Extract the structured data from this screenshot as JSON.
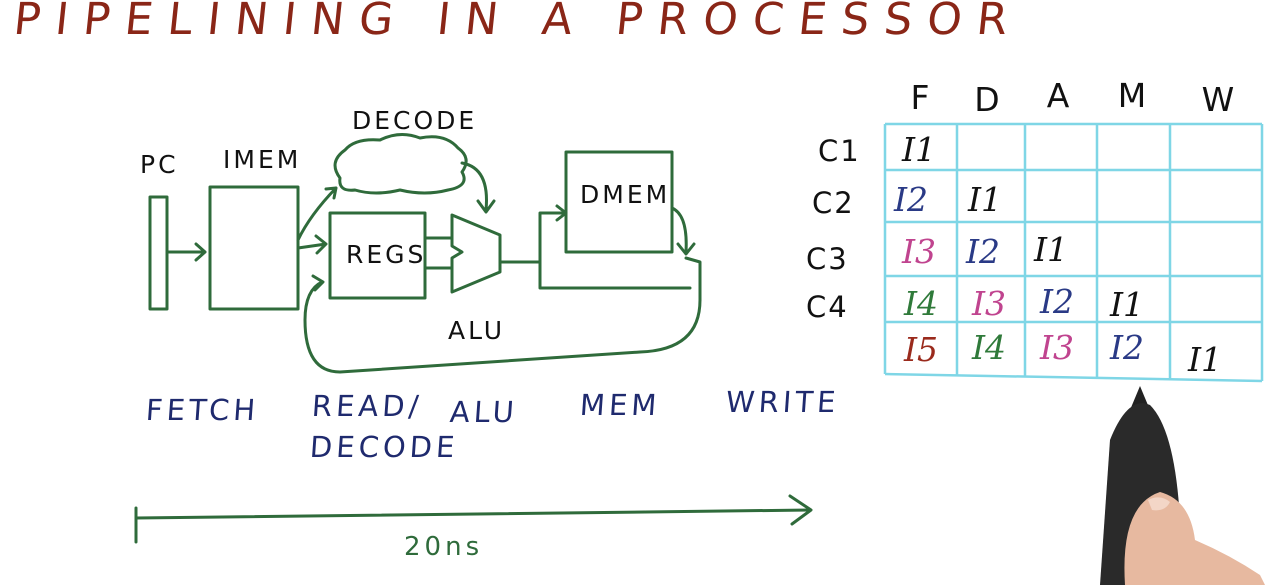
{
  "title": "PIPELINING IN A PROCESSOR",
  "diagram": {
    "blocks": {
      "pc": "PC",
      "imem": "IMEM",
      "decode": "DECODE",
      "regs": "REGS",
      "alu": "ALU",
      "dmem": "DMEM"
    },
    "stages": [
      "FETCH",
      "READ/",
      "DECODE",
      "ALU",
      "MEM",
      "WRITE"
    ],
    "timeline_label": "20ns"
  },
  "pipeline_table": {
    "columns": [
      "F",
      "D",
      "A",
      "M",
      "W"
    ],
    "rows": [
      {
        "cycle": "C1",
        "cells": [
          "I1",
          "",
          "",
          "",
          ""
        ]
      },
      {
        "cycle": "C2",
        "cells": [
          "I2",
          "I1",
          "",
          "",
          ""
        ]
      },
      {
        "cycle": "C3",
        "cells": [
          "I3",
          "I2",
          "I1",
          "",
          ""
        ]
      },
      {
        "cycle": "C4",
        "cells": [
          "I4",
          "I3",
          "I2",
          "I1",
          ""
        ]
      },
      {
        "cycle": "",
        "cells": [
          "I5",
          "I4",
          "I3",
          "I2",
          "I1"
        ]
      }
    ],
    "instruction_colors": {
      "I1": "#111111",
      "I2": "#2a3a86",
      "I3": "#c0448f",
      "I4": "#2f7a3a",
      "I5": "#9a2a1c"
    },
    "grid_color": "#7fd6e6"
  },
  "colors": {
    "title": "#8a2617",
    "diagram_lines": "#2f6b3b",
    "stage_labels": "#1f2a6e"
  }
}
